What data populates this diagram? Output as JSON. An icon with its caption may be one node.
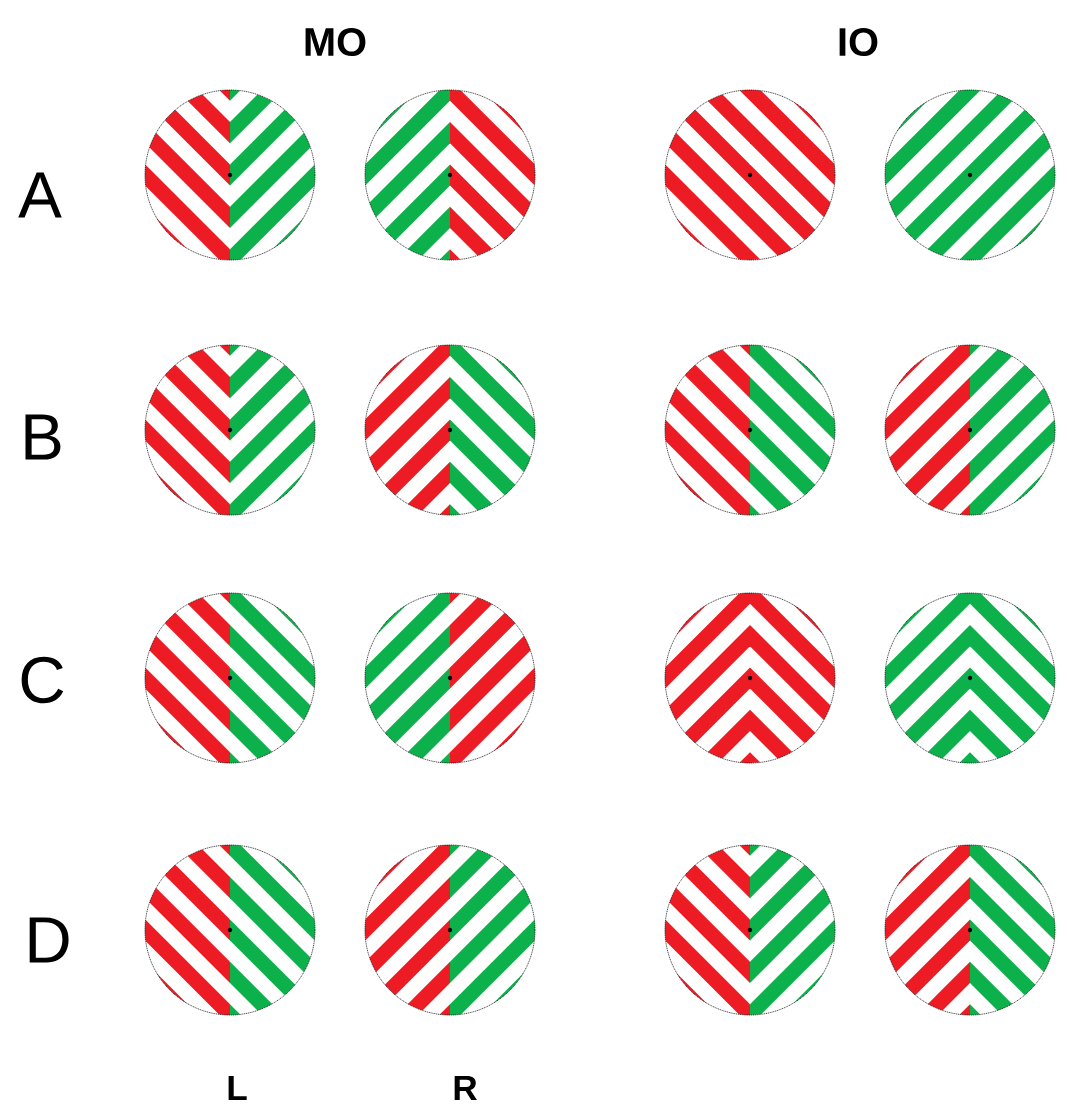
{
  "diagram": {
    "labels": [
      "MO",
      "IO",
      "A",
      "B",
      "C",
      "D",
      "L",
      "R"
    ]
  }
}
